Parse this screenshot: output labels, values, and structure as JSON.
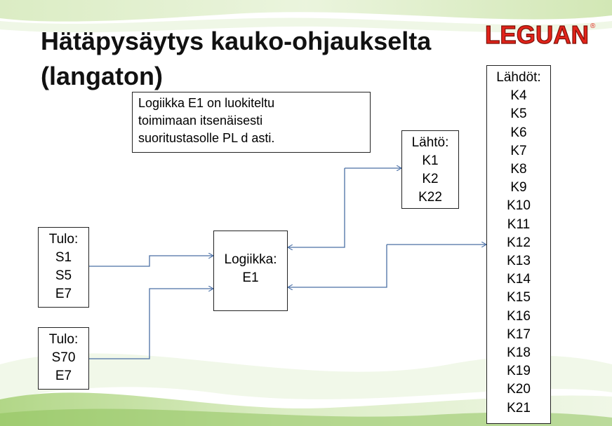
{
  "slide": {
    "title_line1": "Hätäpysäytys kauko-ohjaukselta",
    "title_line2": "(langaton)",
    "logo_text": "LEGUAN",
    "logo_registered": "®",
    "note_lines": [
      "Logiikka E1 on luokiteltu",
      "toimimaan itsenäisesti",
      "suoritustasolle PL d asti."
    ],
    "output_box": {
      "header": "Lähtö:",
      "items": [
        "K1",
        "K2",
        "K22"
      ]
    },
    "outputs_box": {
      "header": "Lähdöt:",
      "items": [
        "K4",
        "K5",
        "K6",
        "K7",
        "K8",
        "K9",
        "K10",
        "K11",
        "K12",
        "K13",
        "K14",
        "K15",
        "K16",
        "K17",
        "K18",
        "K19",
        "K20",
        "K21"
      ]
    },
    "input_box_1": {
      "header": "Tulo:",
      "items": [
        "S1",
        "S5",
        "E7"
      ]
    },
    "input_box_2": {
      "header": "Tulo:",
      "items": [
        "S70",
        "E7"
      ]
    },
    "logic_box": {
      "header": "Logiikka:",
      "items": [
        "E1"
      ]
    }
  },
  "colors": {
    "logo_red": "#e2231a",
    "connector_blue": "#4a6fa5",
    "wave_green": "#b9d98e"
  }
}
